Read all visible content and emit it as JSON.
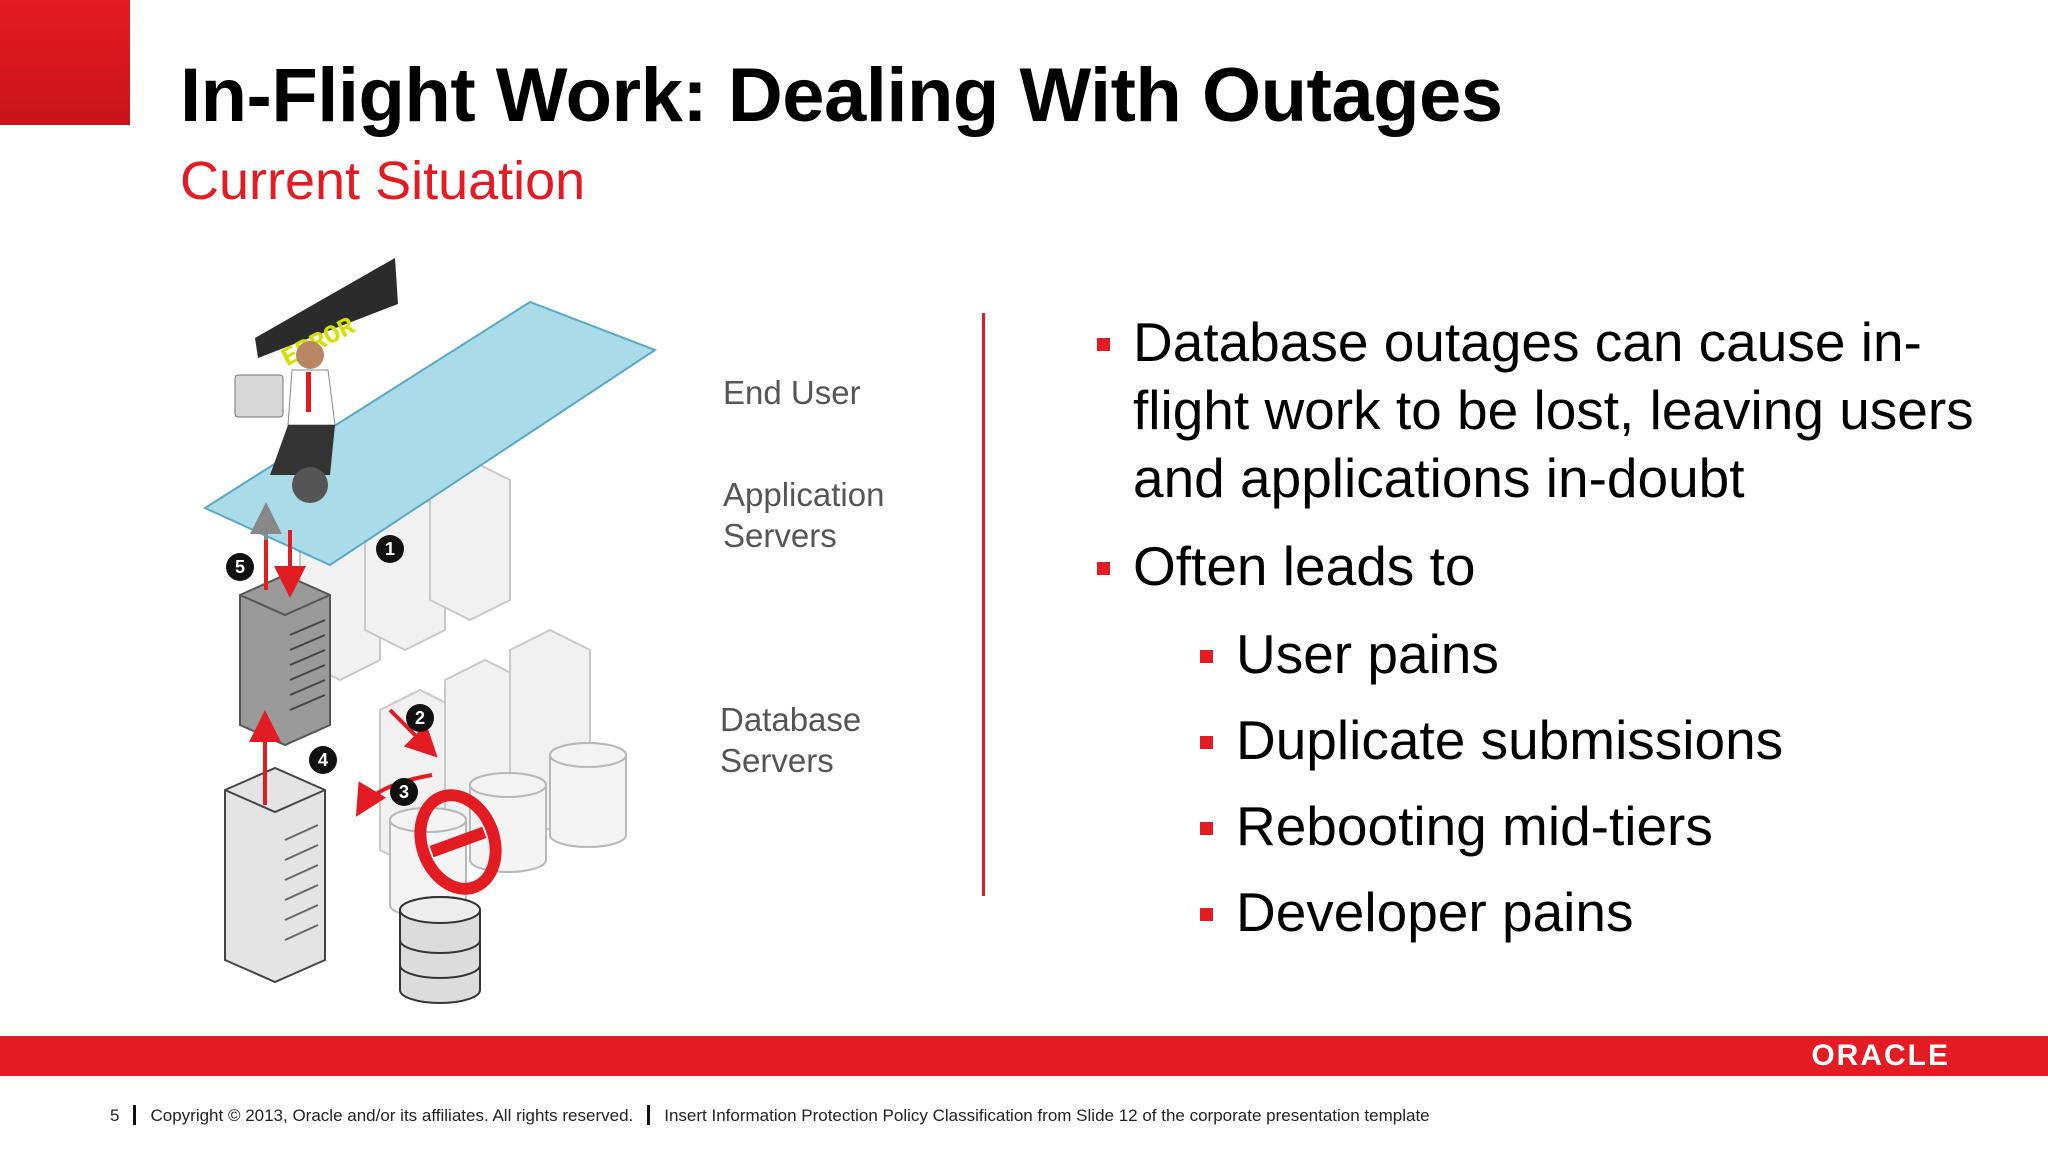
{
  "slide": {
    "title": "In-Flight Work: Dealing With Outages",
    "subtitle": "Current Situation",
    "accent_color": "#e31b23"
  },
  "diagram": {
    "error_sign": "ERROR",
    "labels": {
      "end_user": "End User",
      "app_servers_line1": "Application",
      "app_servers_line2": "Servers",
      "db_servers_line1": "Database",
      "db_servers_line2": "Servers"
    },
    "steps": [
      "1",
      "2",
      "3",
      "4",
      "5"
    ],
    "icons": [
      "user-at-desk-icon",
      "server-rack-icon",
      "database-cylinder-icon",
      "no-entry-icon",
      "error-sign-icon"
    ]
  },
  "bullets": {
    "item1": "Database outages can cause in-flight work to be lost, leaving users and applications in-doubt",
    "item2": "Often leads to",
    "sub": [
      "User pains",
      "Duplicate submissions",
      "Rebooting mid-tiers",
      "Developer pains"
    ]
  },
  "footer": {
    "page_number": "5",
    "copyright": "Copyright © 2013, Oracle and/or its affiliates. All rights reserved.",
    "classification": "Insert Information Protection Policy Classification from Slide 12 of the corporate presentation template",
    "brand": "ORACLE"
  }
}
